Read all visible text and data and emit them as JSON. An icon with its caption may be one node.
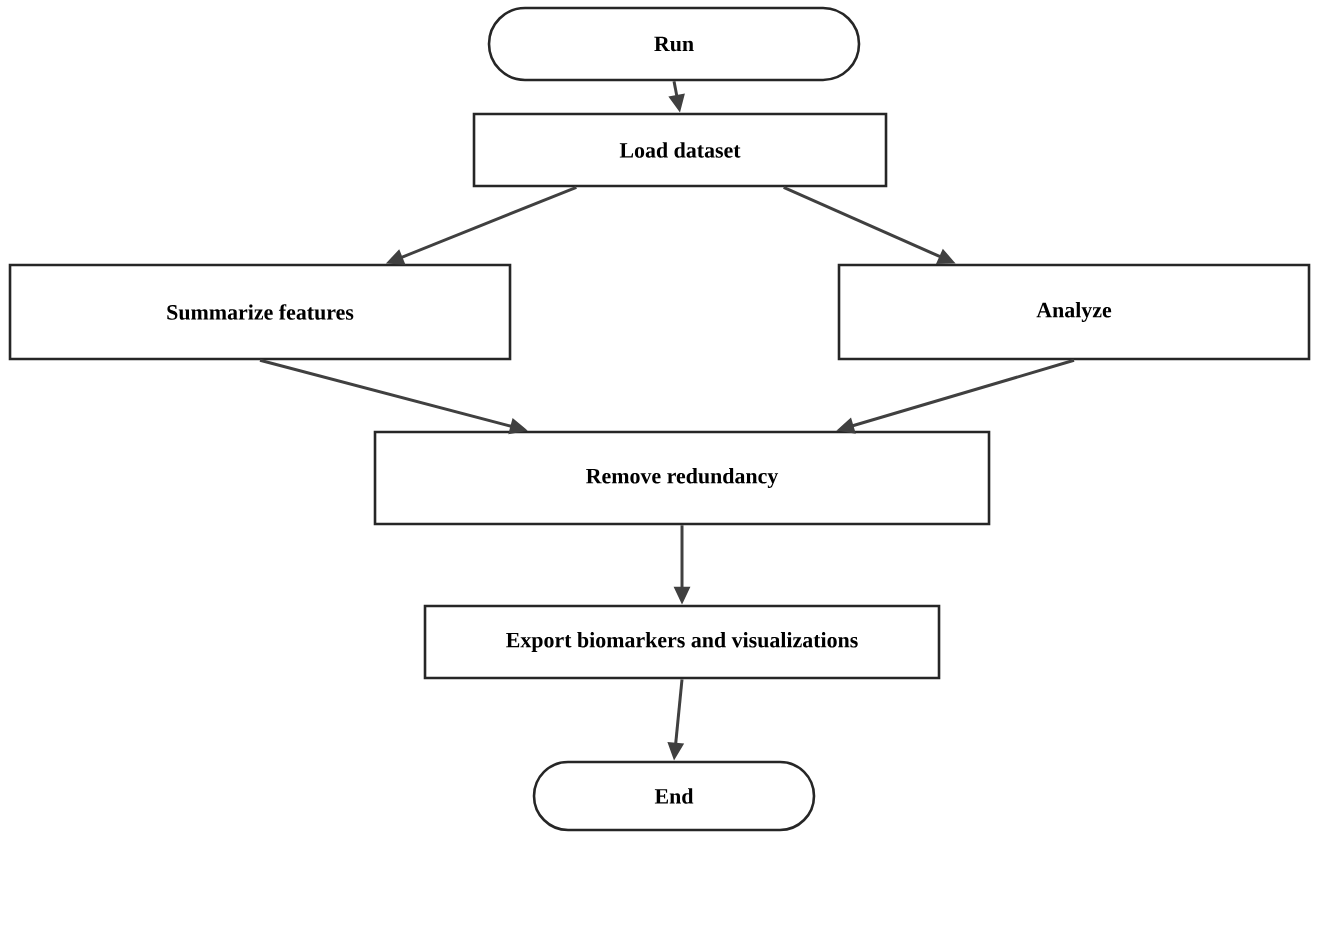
{
  "diagram": {
    "nodes": [
      {
        "text": [
          "Run"
        ]
      },
      {
        "text": [
          "Load dataset"
        ]
      },
      {
        "text": [
          "Summarize features"
        ]
      },
      {
        "text": [
          "Analyze"
        ]
      },
      {
        "text": [
          "Remove redundancy"
        ]
      },
      {
        "text": [
          "Export biomarkers and visualizations"
        ]
      },
      {
        "text": [
          "End"
        ]
      }
    ],
    "edges": [
      {
        "from": 0,
        "to": 1,
        "arrow": "to"
      },
      {
        "from": 1,
        "to": 2,
        "arrow": "to"
      },
      {
        "from": 1,
        "to": 3,
        "arrow": "to"
      },
      {
        "from": 2,
        "to": 4,
        "arrow": "to"
      },
      {
        "from": 3,
        "to": 4,
        "arrow": "to"
      },
      {
        "from": 4,
        "to": 5,
        "arrow": "to"
      },
      {
        "from": 5,
        "to": 6,
        "arrow": "to"
      }
    ]
  }
}
